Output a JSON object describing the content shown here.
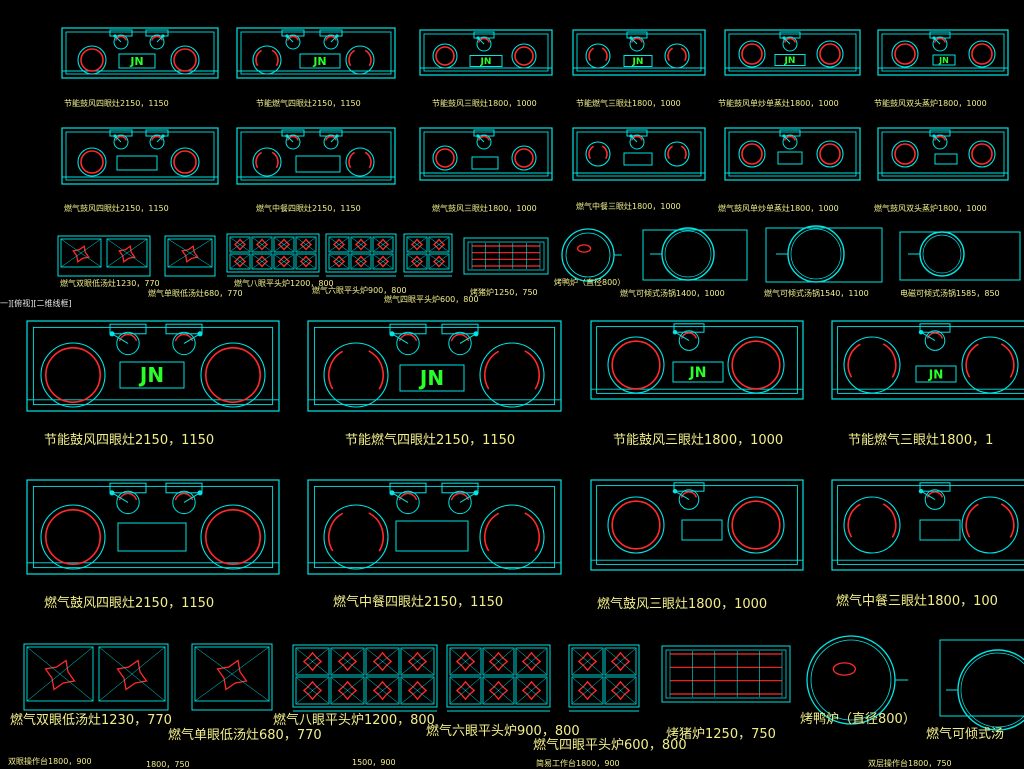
{
  "logo_text": "JN",
  "section_divider": "一][俯视][二维线框]",
  "colors": {
    "outline": "#00e5e5",
    "burner": "#ff2a2a",
    "logo": "#28ff28",
    "label": "#f2ee8a",
    "background": "#000000"
  },
  "row1_labels": [
    "节能鼓风四眼灶2150，1150",
    "节能燃气四眼灶2150，1150",
    "节能鼓风三眼灶1800，1000",
    "节能燃气三眼灶1800，1000",
    "节能鼓风单炒单蒸灶1800，1000",
    "节能鼓风双头蒸炉1800，1000"
  ],
  "row2_labels": [
    "燃气鼓风四眼灶2150，1150",
    "燃气中餐四眼灶2150，1150",
    "燃气鼓风三眼灶1800，1000",
    "燃气中餐三眼灶1800，1000",
    "燃气鼓风单炒单蒸灶1800，1000",
    "燃气鼓风双头蒸炉1800，1000"
  ],
  "row3_labels": [
    "燃气双眼低汤灶1230，770",
    "燃气单眼低汤灶680，770",
    "燃气八眼平头炉1200，800",
    "燃气六眼平头炉900，800",
    "燃气四眼平头炉600，800",
    "烤猪炉1250，750",
    "烤鸭炉（直径800）",
    "燃气可倾式汤锅1400，1000",
    "燃气可倾式汤锅1540，1100",
    "电磁可倾式汤锅1585，850"
  ],
  "big_row1_labels": [
    "节能鼓风四眼灶2150，1150",
    "节能燃气四眼灶2150，1150",
    "节能鼓风三眼灶1800，1000",
    "节能燃气三眼灶1800，1"
  ],
  "big_row2_labels": [
    "燃气鼓风四眼灶2150，1150",
    "燃气中餐四眼灶2150，1150",
    "燃气鼓风三眼灶1800，1000",
    "燃气中餐三眼灶1800，100"
  ],
  "big_row3_labels": [
    "燃气双眼低汤灶1230，770",
    "燃气单眼低汤灶680，770",
    "燃气八眼平头炉1200，800",
    "燃气六眼平头炉900，800",
    "燃气四眼平头炉600，800",
    "烤猪炉1250，750",
    "烤鸭炉（直径800）",
    "燃气可倾式汤"
  ],
  "bottom_strip": [
    "双眼操作台1800，900",
    "1800，750",
    "1500，900",
    "简易工作台1800，900",
    "双层操作台1800，750"
  ]
}
